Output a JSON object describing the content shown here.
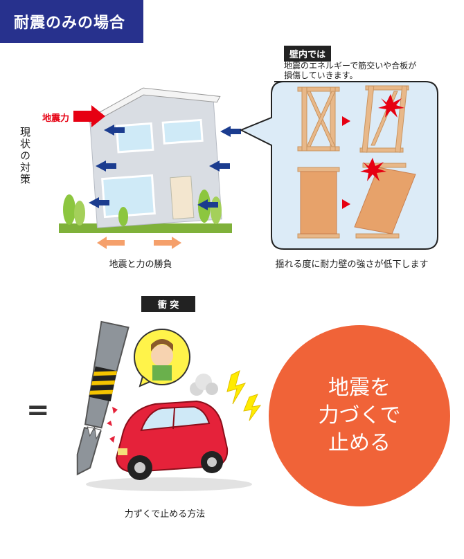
{
  "title": "耐震のみの場合",
  "side_label": "現状の対策",
  "house_section": {
    "force_label": "地震力",
    "caption": "地震と力の勝負"
  },
  "wall_section": {
    "tag": "壁内では",
    "note": "地震のエネルギーで筋交いや合板が\n損傷していきます。",
    "caption": "揺れる度に耐力壁の強さが低下します"
  },
  "crash_section": {
    "tag": "衝 突",
    "equals": "=",
    "caption": "力ずくで止める方法"
  },
  "circle_text": "地震を\n力づくで\n止める",
  "colors": {
    "banner": "#27318d",
    "accent": "#f06338",
    "arrow_red": "#e60012",
    "arrow_blue": "#1b3c8f",
    "wood": "#e8b889"
  }
}
